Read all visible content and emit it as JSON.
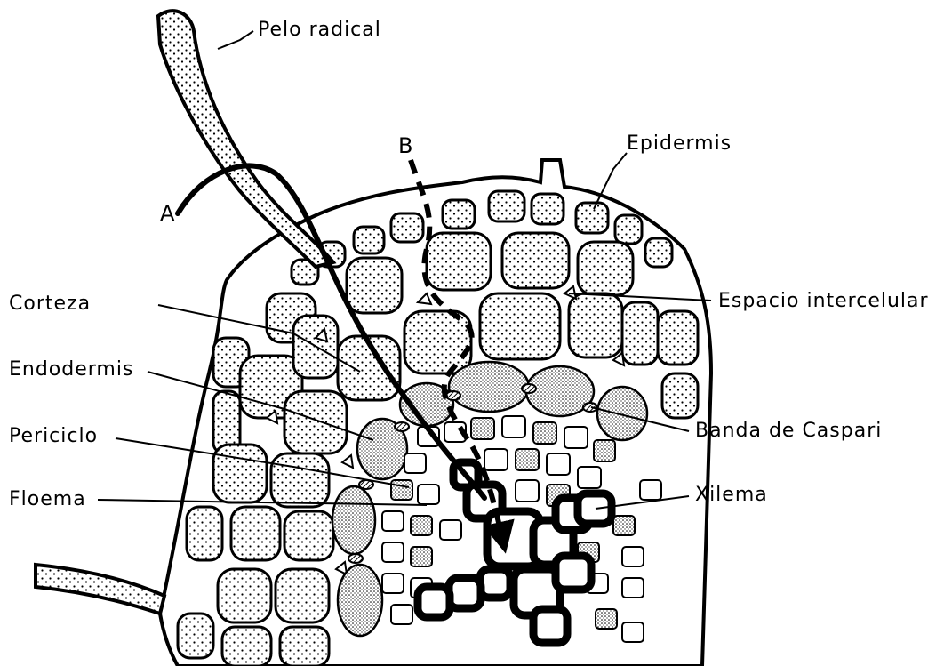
{
  "diagram": {
    "labels": {
      "pelo_radical": "Pelo radical",
      "epidermis": "Epidermis",
      "corteza": "Corteza",
      "espacio_intercelular": "Espacio intercelular",
      "endodermis": "Endodermis",
      "banda_de_caspari": "Banda de Caspari",
      "periciclo": "Periciclo",
      "floema": "Floema",
      "xilema": "Xilema"
    },
    "pathways": {
      "a": "A",
      "b": "B"
    }
  }
}
